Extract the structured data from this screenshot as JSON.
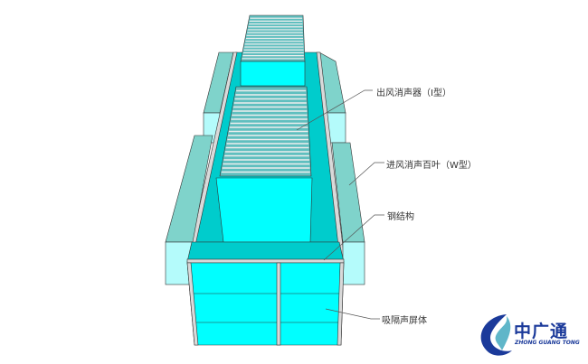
{
  "labels": {
    "outlet_silencer": "出风消声器（I型）",
    "inlet_louver": "进风消声百叶（W型）",
    "steel_structure": "钢结构",
    "sound_barrier": "吸隔声屏体"
  },
  "logo": {
    "cn": "中广通",
    "en": "ZHONG GUANG TONG"
  },
  "colors": {
    "cyan": "#00ffff",
    "teal": "#7fd3cb",
    "light_cyan": "#b4fbfb",
    "dark_teal": "#00cccc",
    "frame": "#d9d9d9"
  }
}
